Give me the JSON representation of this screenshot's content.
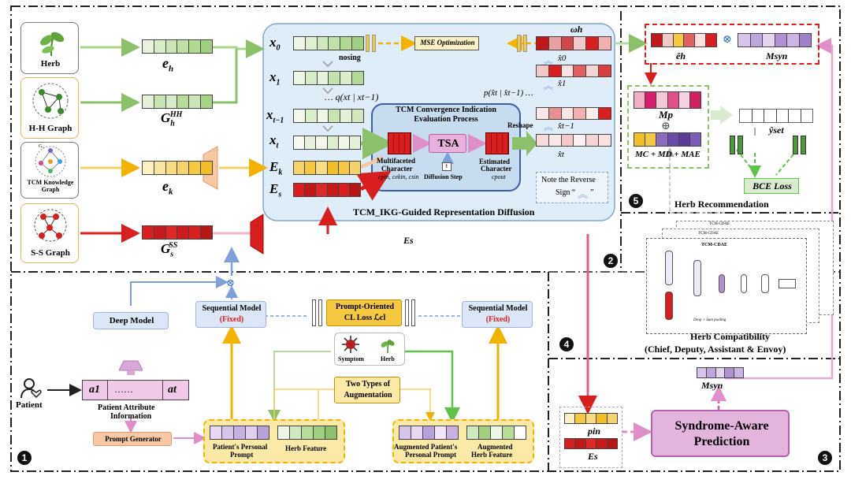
{
  "inputs": {
    "herb": "Herb",
    "hh_graph": "H-H Graph",
    "tcm_kg": "TCM Knowledge Graph",
    "ss_graph": "S-S Graph",
    "kg_node": "G₁"
  },
  "embeddings": {
    "e_h": "e",
    "e_h_sub": "h",
    "g_hh": "G",
    "g_hh_sub": "h",
    "g_hh_sup": "HH",
    "e_k": "e",
    "e_k_sub": "k",
    "g_ss": "G",
    "g_ss_sub": "s",
    "g_ss_sup": "SS"
  },
  "diffusion": {
    "x0": "x",
    "x0_sub": "0",
    "x1": "x",
    "x1_sub": "1",
    "xt1": "x",
    "xt1_sub": "t−1",
    "xt": "x",
    "xt_sub": "t",
    "Ek": "E",
    "Ek_sub": "k",
    "Es": "E",
    "Es_sub": "s",
    "noising": "nosing",
    "q_formula": "… q(xt | xt−1)",
    "p_formula": "p(x̂t | x̂t−1) …",
    "mse": "MSE Optimization",
    "omega": "ωh",
    "xhat0": "x̂0",
    "xhat1": "x̂1",
    "xhatt1": "x̂t−1",
    "xhatt": "x̂t",
    "tcm_title_1": "TCM Convergence Indication",
    "tcm_title_2": "Evaluation Process",
    "tsa": "TSA",
    "t_box": "t",
    "diffusion_step": "Diffusion Step",
    "reshape": "Reshape",
    "multi_1": "Multifaceted",
    "multi_2": "Character",
    "multi_3": "cpin, cekin, csin",
    "est_1": "Estimated",
    "est_2": "Character",
    "est_3": "cpout",
    "note_1": "Note the Reverse",
    "note_2": "Sign “",
    "note_3": "”",
    "caption": "TCM_IKG-Guided Representation Diffusion",
    "es_line": "Es"
  },
  "recommendation": {
    "eh_hat": "êh",
    "m_syn": "Msyn",
    "m_p": "Mp",
    "m_sum": "MC + MD + MAE",
    "y_set": "ŷset",
    "bce": "BCE Loss",
    "caption": "Herb Recommendation"
  },
  "compat": {
    "caption_1": "Herb Compatibility",
    "caption_2": "(Chief, Deputy, Assistant & Envoy)",
    "inner_1": "TCM-CDAE",
    "inner_2": "TCM-CDAE",
    "inner_3": "TCM-CDAE",
    "inner_note": "Drop + Sum pooling"
  },
  "patient": {
    "patient": "Patient",
    "a1": "a1",
    "dots": "……",
    "at": "at",
    "attr_1": "Patient Attribute",
    "attr_2": "Information",
    "deep_model": "Deep Model",
    "prompt_gen": "Prompt Generator",
    "seq_left": "Sequential Model",
    "seq_right": "Sequential Model",
    "fixed": "(Fixed)",
    "cl_loss_1": "Prompt-Oriented",
    "cl_loss_2": "CL Loss ℒcl",
    "symptom": "Symptom",
    "herb": "Herb",
    "two_types_1": "Two Types of",
    "two_types_2": "Augmentation",
    "personal_prompt_1": "Patient's Personal",
    "personal_prompt_2": "Prompt",
    "herb_feature": "Herb Feature",
    "aug_prompt_1": "Augmented Patient's",
    "aug_prompt_2": "Personal Prompt",
    "aug_herb_1": "Augmented",
    "aug_herb_2": "Herb Feature"
  },
  "syndrome": {
    "m_syn": "Msyn",
    "p_in": "pin",
    "e_s": "Es",
    "pred_1": "Syndrome-Aware",
    "pred_2": "Prediction"
  },
  "markers": {
    "one": "1",
    "two": "2",
    "three": "3",
    "four": "4",
    "five": "5"
  },
  "colors": {
    "green_embed": "#9fcf7f",
    "red_embed": "#d81e1e",
    "yellow_embed": "#f5c842",
    "purple_embed": "#b090d0",
    "diffusion_panel": "#deedf7",
    "tcm_panel": "#c8dcf0",
    "prompt_panel": "#fbe9a8",
    "syndrome_box": "#e3b5dc",
    "deep_model": "#dbe6f6",
    "prompt_gen": "#f6c9a6"
  }
}
